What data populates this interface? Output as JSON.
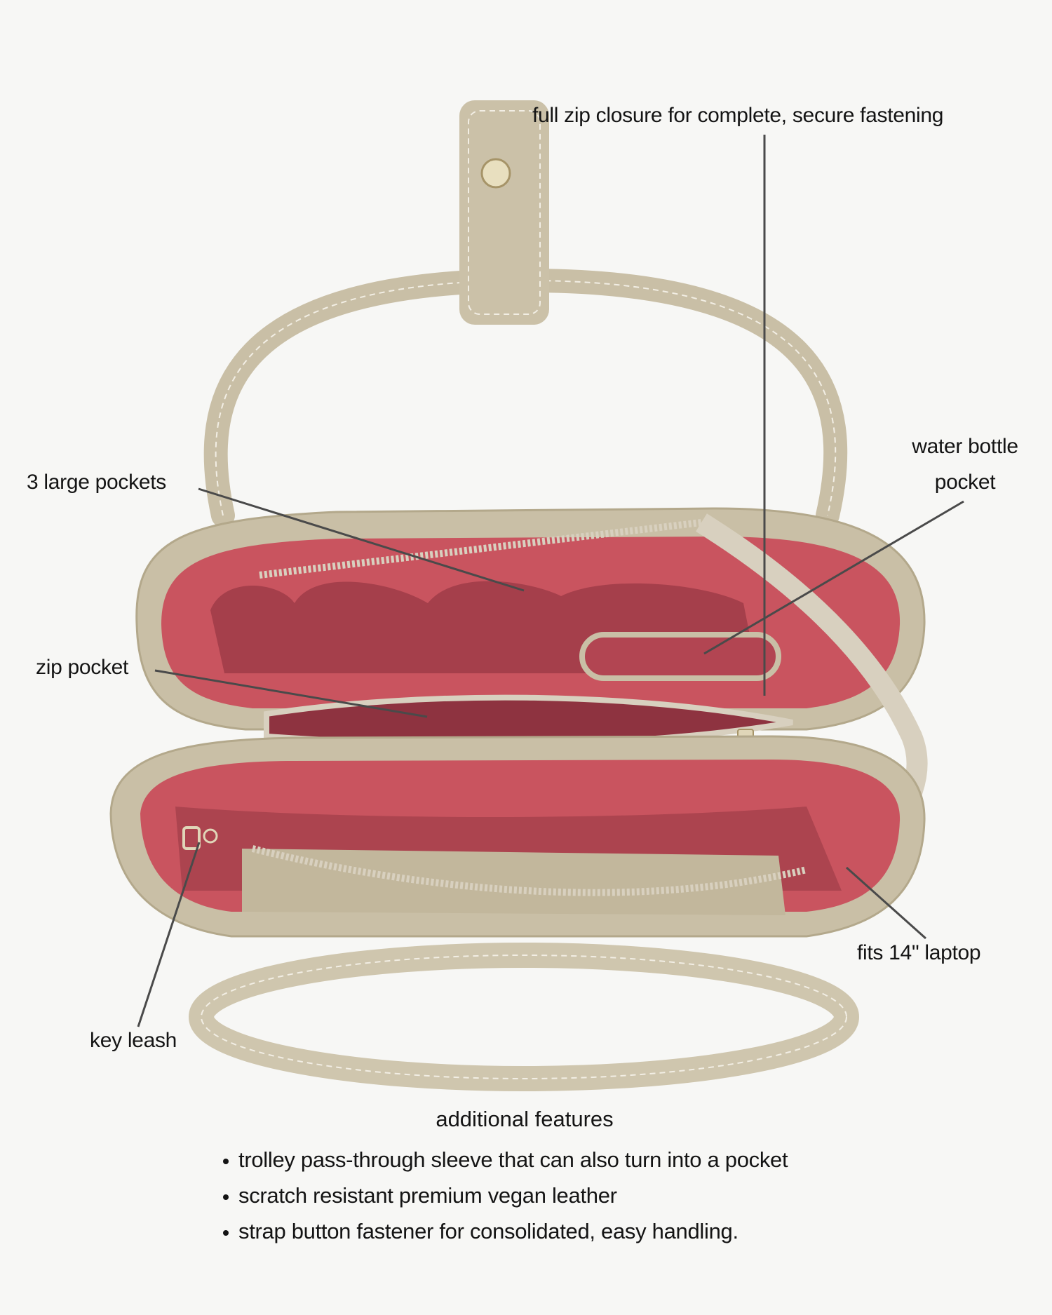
{
  "callouts": {
    "zip_closure": "full zip closure for complete, secure fastening",
    "water_bottle_line1": "water bottle",
    "water_bottle_line2": "pocket",
    "large_pockets": "3 large pockets",
    "zip_pocket": "zip pocket",
    "laptop": "fits 14\" laptop",
    "key_leash": "key leash"
  },
  "features": {
    "title": "additional features",
    "items": [
      "trolley pass-through sleeve that can also turn into a pocket",
      "scratch resistant premium vegan leather",
      "strap button fastener for consolidated, easy handling."
    ]
  },
  "colors": {
    "background": "#f7f7f5",
    "leather": "#c9bfa6",
    "lining": "#c9545f",
    "lining_dark": "#9c3a46",
    "zipper": "#d8d0bf",
    "leader_line": "#4a4a4a"
  }
}
